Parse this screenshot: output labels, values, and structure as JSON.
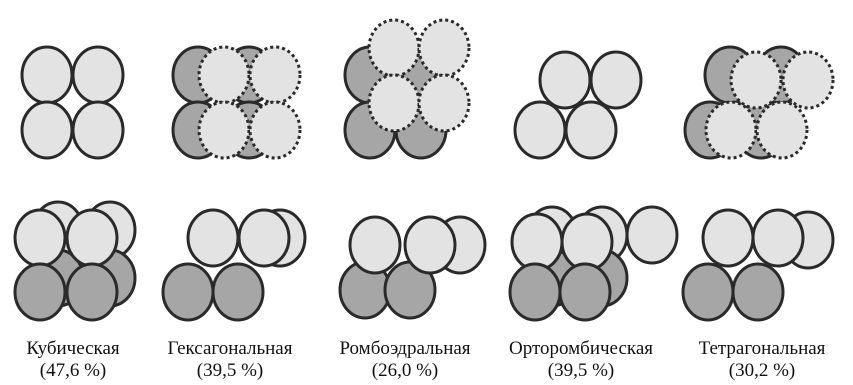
{
  "palette": {
    "light_fill": "#e3e3e3",
    "dark_fill": "#a6a6a6",
    "stroke": "#2a2a2a",
    "background": "#ffffff"
  },
  "packings": [
    {
      "name": "Кубическая",
      "density": "(47,6 %)"
    },
    {
      "name": "Гексагональная",
      "density": "(39,5 %)"
    },
    {
      "name": "Ромбоэдральная",
      "density": "(26,0 %)"
    },
    {
      "name": "Орторомбическая",
      "density": "(39,5 %)"
    },
    {
      "name": "Тетрагональная",
      "density": "(30,2 %)"
    }
  ]
}
